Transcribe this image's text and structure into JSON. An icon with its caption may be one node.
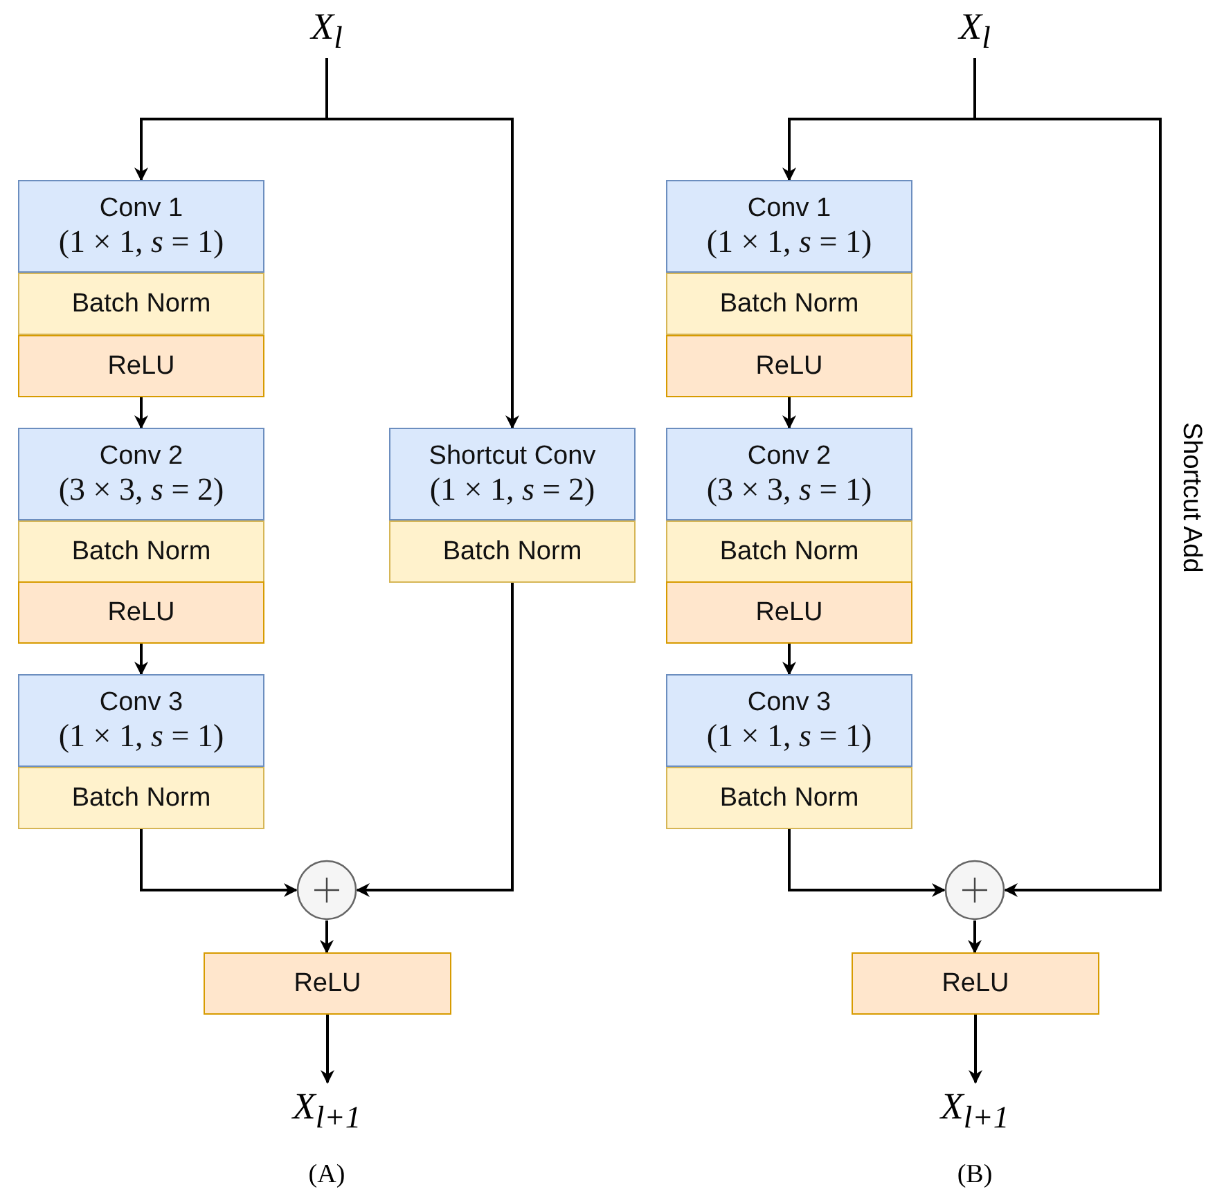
{
  "diagram": {
    "nodes": [
      {
        "text": [
          "X$_{l}$"
        ]
      },
      {
        "text": [
          "Conv 1",
          "(1 × 1, *s* = 1)"
        ]
      },
      {
        "text": [
          "Batch Norm"
        ]
      },
      {
        "text": [
          "ReLU"
        ]
      },
      {
        "text": [
          "Conv 2",
          "(3 × 3, *s* = 2)"
        ]
      },
      {
        "text": [
          "Batch Norm"
        ]
      },
      {
        "text": [
          "ReLU"
        ]
      },
      {
        "text": [
          "Conv 3",
          "(1 × 1, *s* = 1)"
        ]
      },
      {
        "text": [
          "Batch Norm"
        ]
      },
      {
        "text": [
          "Shortcut Conv",
          "(1 × 1, *s* = 2)"
        ]
      },
      {
        "text": [
          "Batch Norm"
        ]
      },
      {
        "text": [],
        "shape": "circle"
      },
      {
        "text": [
          "ReLU"
        ]
      },
      {
        "text": [
          "X$_{l+1}$"
        ]
      },
      {
        "text": [
          "X$_{l}$"
        ]
      },
      {
        "text": [
          "Conv 1",
          "(1 × 1, *s* = 1)"
        ]
      },
      {
        "text": [
          "Batch Norm"
        ]
      },
      {
        "text": [
          "ReLU"
        ]
      },
      {
        "text": [
          "Conv 2",
          "(3 × 3, *s* = 1)"
        ]
      },
      {
        "text": [
          "Batch Norm"
        ]
      },
      {
        "text": [
          "ReLU"
        ]
      },
      {
        "text": [
          "Conv 3",
          "(1 × 1, *s* = 1)"
        ]
      },
      {
        "text": [
          "Batch Norm"
        ]
      },
      {
        "text": [],
        "shape": "circle"
      },
      {
        "text": [
          "ReLU"
        ]
      },
      {
        "text": [
          "X$_{l+1}$"
        ]
      }
    ],
    "edges": [
      {
        "from": 0,
        "to": 1,
        "arrow": "to"
      },
      {
        "from": 0,
        "to": 9,
        "arrow": "to"
      },
      {
        "from": 3,
        "to": 4,
        "arrow": "to"
      },
      {
        "from": 6,
        "to": 7,
        "arrow": "to"
      },
      {
        "from": 8,
        "to": 11,
        "arrow": "to"
      },
      {
        "from": 10,
        "to": 11,
        "arrow": "to"
      },
      {
        "from": 11,
        "to": 12,
        "arrow": "to"
      },
      {
        "from": 12,
        "to": 13,
        "arrow": "to"
      },
      {
        "from": 14,
        "to": 15,
        "arrow": "to"
      },
      {
        "from": 14,
        "to": 23,
        "arrow": "to",
        "label": "Shortcut Add"
      },
      {
        "from": 17,
        "to": 18,
        "arrow": "to"
      },
      {
        "from": 20,
        "to": 21,
        "arrow": "to"
      },
      {
        "from": 22,
        "to": 23,
        "arrow": "to"
      },
      {
        "from": 23,
        "to": 24,
        "arrow": "to"
      },
      {
        "from": 24,
        "to": 25,
        "arrow": "to"
      }
    ],
    "labels": [
      "(A)",
      "(B)"
    ]
  }
}
